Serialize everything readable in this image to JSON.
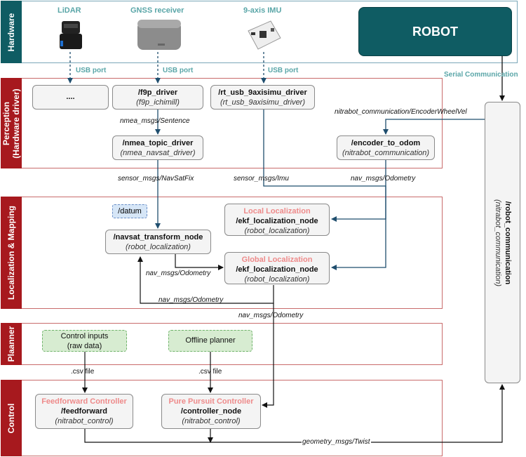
{
  "layers": {
    "hardware": "Hardware",
    "perception": "Perception\n(Hardware driver)",
    "localization": "Localization & Mapping",
    "planner": "Plaanner",
    "control": "Control"
  },
  "hardware": {
    "lidar": "LiDAR",
    "gnss": "GNSS receiver",
    "imu": "9-axis IMU",
    "robot": "ROBOT",
    "usb_port": "USB port",
    "serial": "Serial Communication"
  },
  "nodes": {
    "other": {
      "title": "...."
    },
    "f9p": {
      "title": "/f9p_driver",
      "pkg": "(f9p_ichimill)"
    },
    "imu_driver": {
      "title": "/rt_usb_9axisimu_driver",
      "pkg": "(rt_usb_9axisimu_driver)"
    },
    "nmea": {
      "title": "/nmea_topic_driver",
      "pkg": "(nmea_navsat_driver)"
    },
    "encoder": {
      "title": "/encoder_to_odom",
      "pkg": "(nitrabot_communication)"
    },
    "navsat": {
      "title": "/navsat_transform_node",
      "pkg": "(robot_localization)"
    },
    "ekf_local": {
      "heading": "Local Localization",
      "title": "/ekf_localization_node",
      "pkg": "(robot_localization)"
    },
    "ekf_global": {
      "heading": "Global Localization",
      "title": "/ekf_localization_node",
      "pkg": "(robot_localization)"
    },
    "robot_comm": {
      "title": "/robot_communication",
      "pkg": "(nitrabot_communication)"
    },
    "feedforward": {
      "heading": "Feedforward Controller",
      "title": "/feedforward",
      "pkg": "(nitrabot_control)"
    },
    "pure_pursuit": {
      "heading": "Pure Pursuit Controller",
      "title": "/controller_node",
      "pkg": "(nitrabot_control)"
    }
  },
  "inputs": {
    "datum": "/datum",
    "control_inputs": "Control inputs\n(raw data)",
    "offline_planner": "Offline planner"
  },
  "topics": {
    "nmea_sentence": "nmea_msgs/Sentence",
    "encoder_vel": "nitrabot_communication/EncoderWheelVel",
    "navsatfix": "sensor_msgs/NavSatFix",
    "imu": "sensor_msgs/Imu",
    "odom1": "nav_msgs/Odometry",
    "odom2": "nav_msgs/Odometry",
    "odom3": "nav_msgs/Odometry",
    "odom4": "nav_msgs/Odometry",
    "csv1": ".csv file",
    "csv2": ".csv file",
    "twist": "geometry_msgs/Twist"
  }
}
